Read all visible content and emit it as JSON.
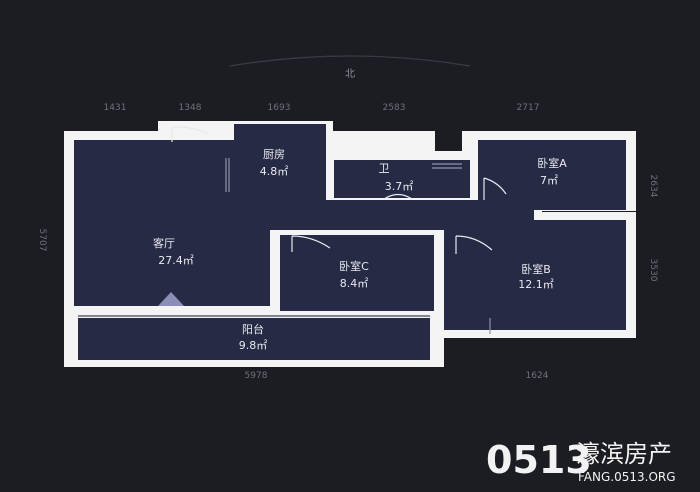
{
  "compass": {
    "label": "北"
  },
  "dimensions": {
    "top": [
      "1431",
      "1348",
      "1693",
      "2583",
      "2717"
    ],
    "bottom": [
      "5978",
      "1624"
    ],
    "left": [
      "5707"
    ],
    "right": [
      "2634",
      "3530"
    ]
  },
  "rooms": {
    "kitchen": {
      "name": "厨房",
      "area": "4.8㎡"
    },
    "bath": {
      "name": "卫",
      "area": "3.7㎡"
    },
    "bedroom_a": {
      "name": "卧室A",
      "area": "7㎡"
    },
    "living": {
      "name": "客厅",
      "area": "27.4㎡"
    },
    "bedroom_c": {
      "name": "卧室C",
      "area": "8.4㎡"
    },
    "bedroom_b": {
      "name": "卧室B",
      "area": "12.1㎡"
    },
    "balcony": {
      "name": "阳台",
      "area": "9.8㎡"
    }
  },
  "watermark": {
    "logo_number": "0513",
    "brand": "濠滨房产",
    "url": "FANG.0513.ORG"
  },
  "colors": {
    "background": "#1c1d22",
    "room_fill": "#262a45",
    "wall": "#f4f4f4"
  }
}
